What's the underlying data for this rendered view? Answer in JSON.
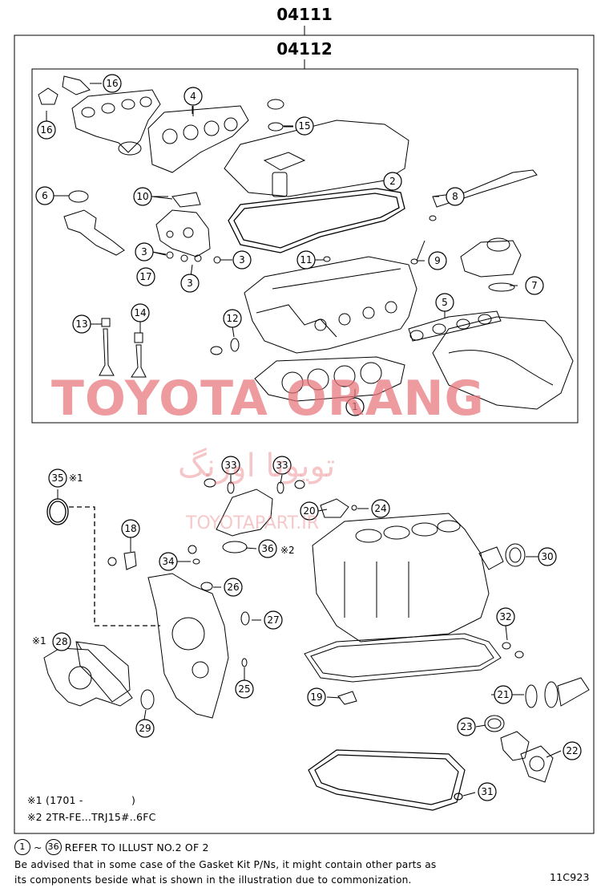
{
  "kit_numbers": {
    "outer": "04111",
    "inner": "04112"
  },
  "watermark": {
    "brand": "TOYOTA ORANG",
    "persian": "تویوتا اورنگ",
    "site": "TOYOTAPART.IR",
    "color": "#e8757a"
  },
  "callouts": [
    "1",
    "2",
    "3",
    "3",
    "3",
    "4",
    "5",
    "6",
    "7",
    "8",
    "9",
    "10",
    "11",
    "12",
    "13",
    "14",
    "15",
    "16",
    "16",
    "17",
    "18",
    "19",
    "20",
    "21",
    "22",
    "23",
    "24",
    "25",
    "26",
    "27",
    "28",
    "29",
    "30",
    "31",
    "32",
    "33",
    "33",
    "34",
    "35",
    "36"
  ],
  "callout_marks": {
    "35": "※1",
    "28": "※1",
    "36": "※2"
  },
  "notes": {
    "line1_marker": "※1",
    "line1_text": "(1701 -",
    "line1_close": ")",
    "line2_marker": "※2",
    "line2_text": "2TR-FE...TRJ15#..6FC",
    "range_from": "1",
    "range_tilde": "~",
    "range_to": "36",
    "range_text": "REFER TO ILLUST NO.2 OF 2",
    "advice_1": "Be advised that in some case of the Gasket Kit P/Ns, it might contain other parts as",
    "advice_2": "its components beside what is shown in the illustration due to commonization.",
    "illust_code": "11C923"
  }
}
